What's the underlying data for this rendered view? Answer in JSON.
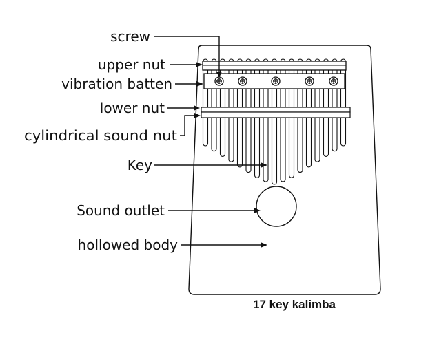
{
  "labels": {
    "screw": "screw",
    "upper_nut": "upper nut",
    "vibration_batten": "vibration batten",
    "lower_nut": "lower nut",
    "cylindrical_sound_nut": "cylindrical sound nut",
    "key": "Key",
    "sound_outlet": "Sound outlet",
    "hollowed_body": "hollowed body"
  },
  "caption": "17 key kalimba",
  "keys": {
    "count": 17,
    "lengths": [
      0.42,
      0.5,
      0.58,
      0.66,
      0.74,
      0.82,
      0.9,
      0.96,
      1.0,
      0.96,
      0.9,
      0.82,
      0.74,
      0.66,
      0.58,
      0.5,
      0.42
    ]
  },
  "screws": {
    "count": 5
  },
  "colors": {
    "ink": "#111111",
    "background": "#ffffff"
  }
}
